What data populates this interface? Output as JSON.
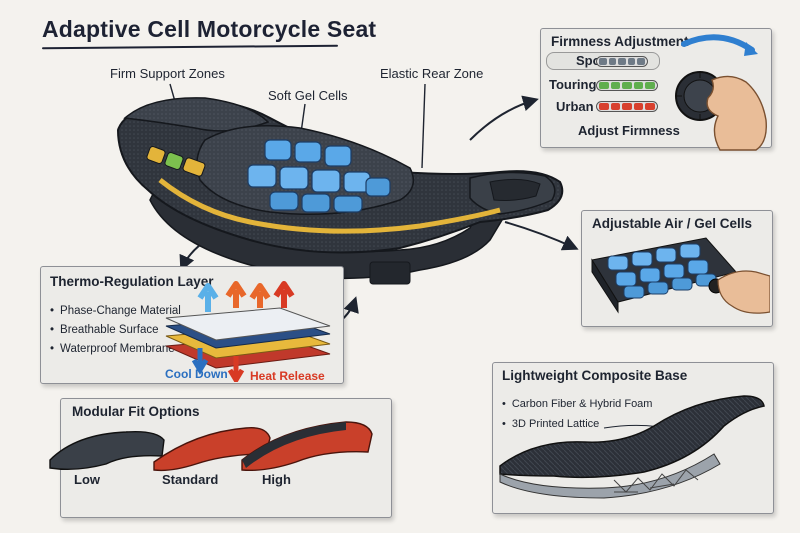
{
  "title": "Adaptive Cell Motorcycle Seat",
  "callouts": {
    "firm_support": "Firm Support Zones",
    "soft_gel": "Soft Gel Cells",
    "elastic_rear": "Elastic Rear Zone"
  },
  "firmness": {
    "title": "Firmness Adjustment",
    "modes": [
      {
        "label": "Sport",
        "color": "#6e7a86"
      },
      {
        "label": "Touring",
        "color": "#5fae4e"
      },
      {
        "label": "Urban",
        "color": "#d8402e"
      }
    ],
    "adjust_label": "Adjust Firmness"
  },
  "air_gel": {
    "title": "Adjustable Air / Gel Cells"
  },
  "thermo": {
    "title": "Thermo-Regulation Layer",
    "items": [
      "Phase-Change Material",
      "Breathable Surface",
      "Waterproof Membrane"
    ],
    "cool_label": "Cool Down",
    "heat_label": "Heat Release",
    "cool_color": "#2a6fc0",
    "heat_color": "#d83a24"
  },
  "composite": {
    "title": "Lightweight Composite Base",
    "items": [
      "Carbon Fiber & Hybrid Foam",
      "3D Printed Lattice"
    ]
  },
  "modular": {
    "title": "Modular Fit Options",
    "options": [
      "Low",
      "Standard",
      "High"
    ]
  },
  "colors": {
    "gel_blue": "#5aa8e8",
    "accent_yellow": "#e3b43a",
    "seat_dark": "#2e333b"
  }
}
